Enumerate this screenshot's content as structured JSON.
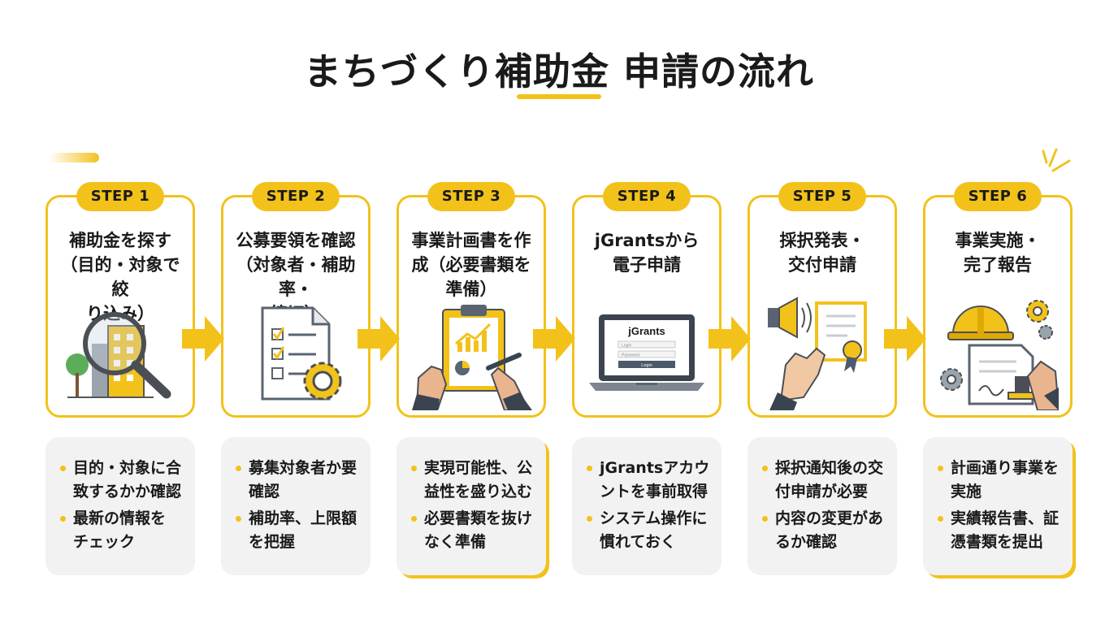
{
  "header": {
    "title": "まちづくり補助金 申請の流れ"
  },
  "colors": {
    "accent": "#f2c21b",
    "card_bg": "#f2f2f2",
    "text": "#1a1a1a"
  },
  "steps": [
    {
      "badge": "STEP 1",
      "title": "補助金を探す\n（目的・対象で絞\nり込み）",
      "icon": "magnifier-building-icon",
      "notes": [
        "目的・対象に合\n致するかか確認",
        "最新の情報を\nチェック"
      ]
    },
    {
      "badge": "STEP 2",
      "title": "公募要領を確認\n（対象者・補助率・\n締切）",
      "icon": "checklist-gear-icon",
      "notes": [
        "募集対象者か要\n確認",
        "補助率、上限額\nを把握"
      ]
    },
    {
      "badge": "STEP 3",
      "title": "事業計画書を作\n成（必要書類を\n準備）",
      "icon": "clipboard-plan-icon",
      "notes": [
        "実現可能性、公\n益性を盛り込む",
        "必要書類を抜け\nなく準備"
      ]
    },
    {
      "badge": "STEP 4",
      "title": "jGrantsから\n電子申請",
      "icon": "laptop-icon",
      "laptop": {
        "brand": "jGrants",
        "field1": "Login",
        "field2": "Password",
        "button": "Login"
      },
      "notes": [
        "jGrantsアカウ\nントを事前取得",
        "システム操作に\n慣れておく"
      ]
    },
    {
      "badge": "STEP 5",
      "title": "採択発表・\n交付申請",
      "icon": "megaphone-certificate-icon",
      "notes": [
        "採択通知後の交\n付申請が必要",
        "内容の変更があ\nるか確認"
      ]
    },
    {
      "badge": "STEP 6",
      "title": "事業実施・\n完了報告",
      "icon": "helmet-report-icon",
      "notes": [
        "計画通り事業を\n実施",
        "実績報告書、証\n憑書類を提出"
      ]
    }
  ]
}
